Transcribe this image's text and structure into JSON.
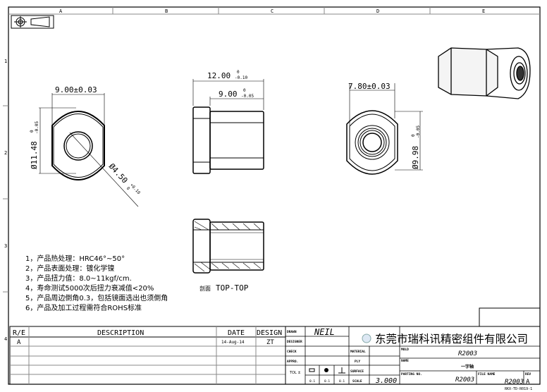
{
  "grid": {
    "columns": [
      "A",
      "B",
      "C",
      "D",
      "E"
    ],
    "rows": [
      "1",
      "2",
      "3",
      "4"
    ]
  },
  "dimensions": {
    "front_width": "9.00±0.03",
    "front_diameter": "Ø11.48",
    "front_diameter_tol_upper": "0",
    "front_diameter_tol_lower": "-0.05",
    "bore_diameter": "Ø4.50",
    "bore_tol_upper": "+0.10",
    "bore_tol_lower": "0",
    "side_length": "12.00",
    "side_length_tol_upper": "0",
    "side_length_tol_lower": "-0.10",
    "side_body": "9.00",
    "side_body_tol_upper": "0",
    "side_body_tol_lower": "-0.05",
    "rear_width": "7.80±0.03",
    "rear_diameter": "Ø9.98",
    "rear_diameter_tol_upper": "0",
    "rear_diameter_tol_lower": "-0.05"
  },
  "section": {
    "prefix": "剖面",
    "label": "TOP-TOP"
  },
  "notes": [
    "1，产品热处理：HRC46°~50°",
    "2，产品表面处理：镀化学镍",
    "3，产品扭力值：8.0~11kgf/cm.",
    "4，寿命测试5000次后扭力衰减值<20%",
    "5，产品周边倒角0.3，包括镜面选出也须倒角",
    "6，产品及加工过程需符合ROHS标准"
  ],
  "revision_table": {
    "headers": [
      "R/E",
      "DESCRIPTION",
      "DATE",
      "DESIGN"
    ],
    "rows": [
      [
        "A",
        "",
        "14-Aug-14",
        "ZT"
      ]
    ]
  },
  "title_block": {
    "drawn_label": "DRAWN",
    "drawn_value": "NEIL",
    "designer_label": "DESIGNER",
    "check_label": "CHECK",
    "appro_label": "APPRO.",
    "tol_label": "TOL ±",
    "tol_values": [
      "0.1",
      "0.1",
      "0.1"
    ],
    "material_label": "MATERIAL",
    "ply_label": "PLY",
    "surface_label": "SURFACE",
    "scale_label": "SCALE",
    "scale_value": "3.000",
    "company": "东莞市瑞科讯精密组件有限公司",
    "mold_label": "MOLD",
    "mold_value": "R2003",
    "name_label": "NAME",
    "name_value": "一字轴",
    "parting_label": "PARTING NO.",
    "parting_value": "R2003",
    "file_label": "FILE NAME",
    "file_value": "R2003",
    "rev_label": "REV",
    "rev_value": "A",
    "form_code": "RKX-TD-R019-1"
  }
}
